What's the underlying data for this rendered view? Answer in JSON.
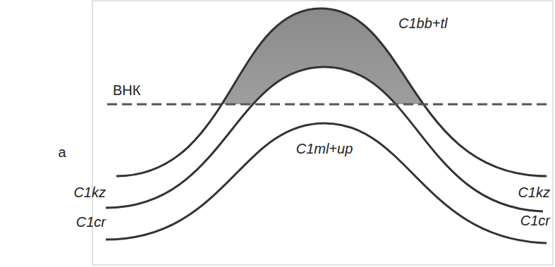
{
  "diagram": {
    "labels": [
      "a",
      "ВНК",
      "C1bb+tl",
      "C1kz",
      "C1kz",
      "C1cr",
      "C1cr",
      "C1ml+up"
    ]
  }
}
